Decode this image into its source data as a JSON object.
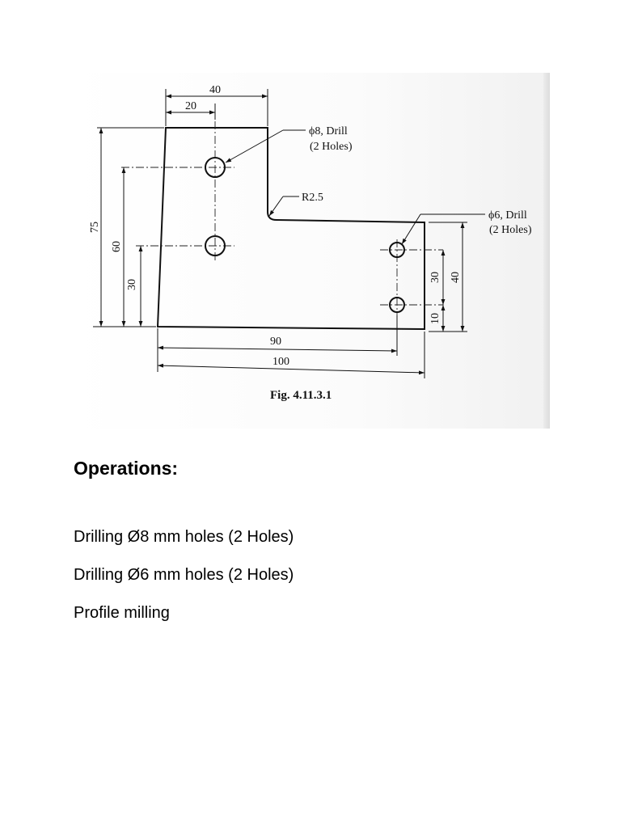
{
  "figure": {
    "caption": "Fig. 4.11.3.1",
    "dims": {
      "top_40": "40",
      "top_20": "20",
      "left_75": "75",
      "left_60": "60",
      "left_30": "30",
      "bottom_90": "90",
      "bottom_100": "100",
      "right_30": "30",
      "right_40": "40",
      "right_10": "10"
    },
    "callouts": {
      "drill8_line1": "ϕ8, Drill",
      "drill8_line2": "(2 Holes)",
      "radius": "R2.5",
      "drill6_line1": "ϕ6, Drill",
      "drill6_line2": "(2 Holes)"
    }
  },
  "operations": {
    "heading": "Operations:",
    "items": [
      "Drilling Ø8 mm holes (2 Holes)",
      "Drilling Ø6 mm holes (2 Holes)",
      "Profile milling"
    ]
  }
}
